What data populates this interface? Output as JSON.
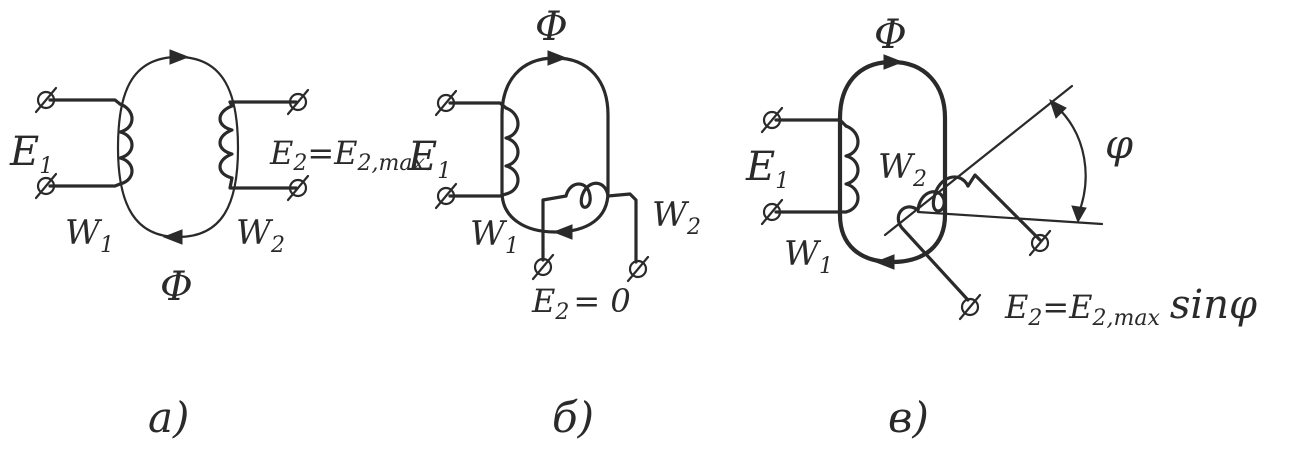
{
  "panels": [
    {
      "flux": "Φ",
      "flux_bottom": "Φ",
      "e1": "E",
      "e1_sub": "1",
      "w1": "W",
      "w1_sub": "1",
      "w2": "W",
      "w2_sub": "2",
      "e2": "E",
      "e2_sub": "2",
      "e2_eq": "=E",
      "e2_eq_sub": "2,max.",
      "caption": "a)"
    },
    {
      "flux": "Φ",
      "e1": "E",
      "e1_sub": "1",
      "w1": "W",
      "w1_sub": "1",
      "w2": "W",
      "w2_sub": "2",
      "e2": "E",
      "e2_sub": "2",
      "e2_eq": "= 0",
      "caption": "б)"
    },
    {
      "flux": "Φ",
      "e1": "E",
      "e1_sub": "1",
      "w1": "W",
      "w1_sub": "1",
      "w2": "W",
      "w2_sub": "2",
      "angle": "φ",
      "e2": "E",
      "e2_sub": "2",
      "e2_eq": "=E",
      "e2_eq_sub": "2,max",
      "e2_tail": "sinφ",
      "caption": "в)"
    }
  ]
}
